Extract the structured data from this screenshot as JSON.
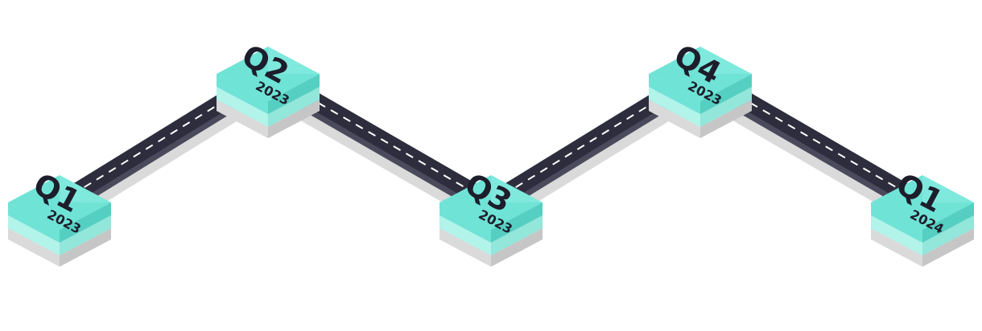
{
  "colors": {
    "road": "#2e2d3d",
    "road_edge": "#4a4a5c",
    "road_dash": "#ffffff",
    "tile_top": "#6fe3d6",
    "tile_top_light": "#8ff0e4",
    "tile_side": "#55cfc1",
    "tile_lower": "#b2f3ea",
    "tile_lower_side": "#93e6da",
    "base": "#dadada",
    "base_side": "#c6c6c6",
    "text": "#1d1d2b"
  },
  "milestones": [
    {
      "quarter": "Q1",
      "year": "2023"
    },
    {
      "quarter": "Q2",
      "year": "2023"
    },
    {
      "quarter": "Q3",
      "year": "2023"
    },
    {
      "quarter": "Q4",
      "year": "2023"
    },
    {
      "quarter": "Q1",
      "year": "2024"
    }
  ]
}
